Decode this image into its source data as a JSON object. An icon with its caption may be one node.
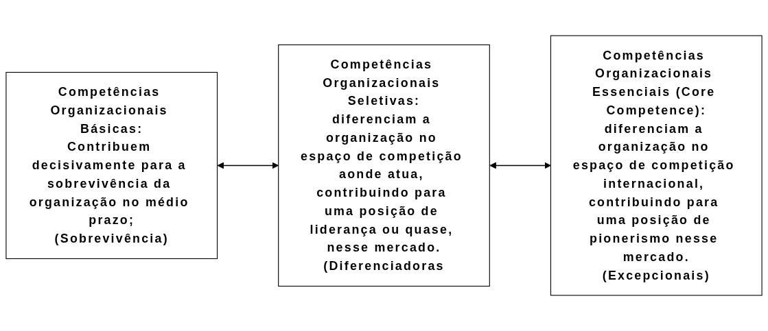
{
  "diagram": {
    "nodes": [
      {
        "text": [
          "Competências Organizacionais Básicas:",
          "Contribuem decisivamente para a sobrevivência da organização no médio prazo;",
          "(Sobrevivência)"
        ]
      },
      {
        "text": [
          "Competências Organizacionais Seletivas:",
          "diferenciam a organização no espaço de competição aonde atua, contribuindo para uma posição de liderança ou quase, nesse mercado.",
          "(Diferenciadoras"
        ]
      },
      {
        "text": [
          "Competências Organizacionais Essenciais (Core Competence):",
          "diferenciam a organização no espaço de competição internacional, contribuindo para uma posição de pionerismo nesse mercado.",
          "(Excepcionais)"
        ]
      }
    ],
    "edges": [
      {
        "from": 0,
        "to": 1,
        "arrow": "both"
      },
      {
        "from": 1,
        "to": 2,
        "arrow": "both"
      }
    ]
  }
}
